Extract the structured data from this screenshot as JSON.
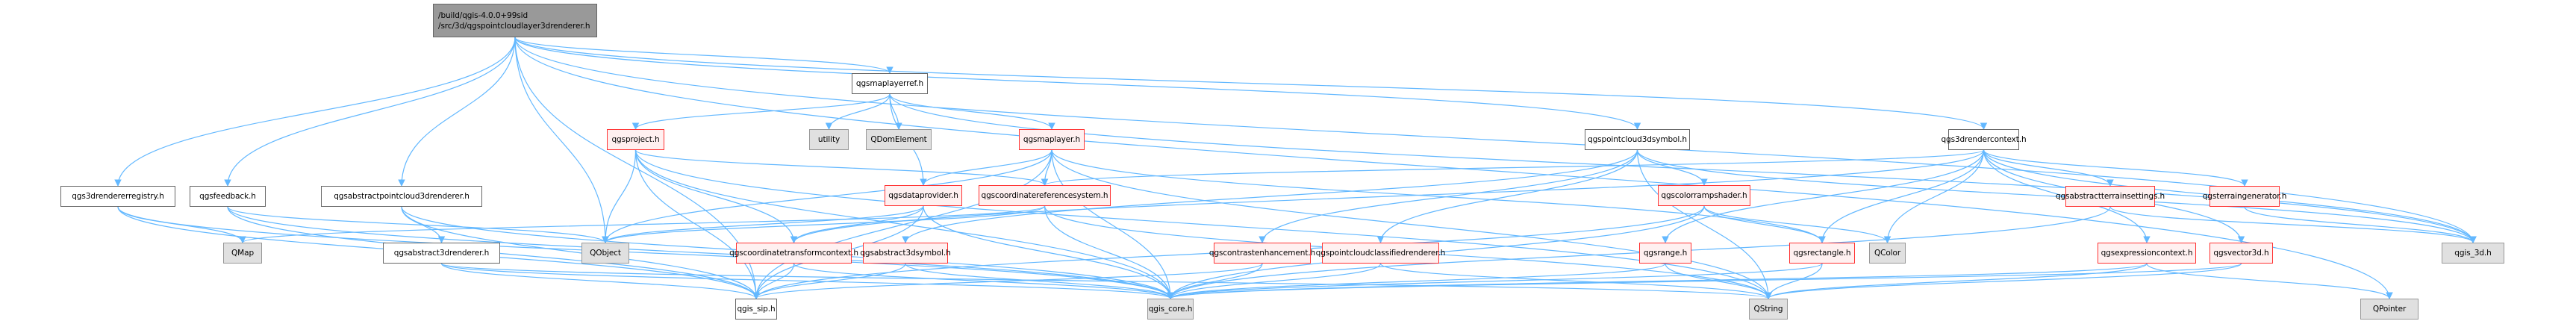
{
  "diagram": {
    "type": "include-dependency-graph",
    "edge_color": "#63b8ff",
    "root": {
      "id": "root",
      "label_line1": "/build/qgis-4.0.0+99sid",
      "label_line2": "/src/3d/qgspointcloudlayer3drenderer.h"
    },
    "nodes": [
      {
        "id": "maplayerref",
        "label": "qgsmaplayerref.h",
        "kind": "normal"
      },
      {
        "id": "project",
        "label": "qgsproject.h",
        "kind": "red"
      },
      {
        "id": "utility",
        "label": "utility",
        "kind": "ext"
      },
      {
        "id": "qdomelement",
        "label": "QDomElement",
        "kind": "ext"
      },
      {
        "id": "maplayer",
        "label": "qgsmaplayer.h",
        "kind": "red"
      },
      {
        "id": "dataprovider",
        "label": "qgsdataprovider.h",
        "kind": "red"
      },
      {
        "id": "crs",
        "label": "qgscoordinatereferencesystem.h",
        "kind": "red"
      },
      {
        "id": "pc3dsymbol",
        "label": "qgspointcloud3dsymbol.h",
        "kind": "normal"
      },
      {
        "id": "colorramp",
        "label": "qgscolorrampshader.h",
        "kind": "red"
      },
      {
        "id": "rendercontext",
        "label": "qgs3drendercontext.h",
        "kind": "normal"
      },
      {
        "id": "terrainsettings",
        "label": "qgsabstractterrainsettings.h",
        "kind": "red"
      },
      {
        "id": "terraingen",
        "label": "qgsterraingenerator.h",
        "kind": "red"
      },
      {
        "id": "registry",
        "label": "qgs3drendererregistry.h",
        "kind": "normal"
      },
      {
        "id": "feedback",
        "label": "qgsfeedback.h",
        "kind": "normal"
      },
      {
        "id": "abspc3d",
        "label": "qgsabstractpointcloud3drenderer.h",
        "kind": "normal"
      },
      {
        "id": "qmap",
        "label": "QMap",
        "kind": "ext"
      },
      {
        "id": "abs3drenderer",
        "label": "qgsabstract3drenderer.h",
        "kind": "normal"
      },
      {
        "id": "qobject",
        "label": "QObject",
        "kind": "ext"
      },
      {
        "id": "ctcontext",
        "label": "qgscoordinatetransformcontext.h",
        "kind": "red"
      },
      {
        "id": "abs3dsymbol",
        "label": "qgsabstract3dsymbol.h",
        "kind": "red"
      },
      {
        "id": "contrast",
        "label": "qgscontrastenhancement.h",
        "kind": "red"
      },
      {
        "id": "pcclassified",
        "label": "qgspointcloudclassifiedrenderer.h",
        "kind": "red"
      },
      {
        "id": "range",
        "label": "qgsrange.h",
        "kind": "red"
      },
      {
        "id": "rectangle",
        "label": "qgsrectangle.h",
        "kind": "red"
      },
      {
        "id": "qcolor",
        "label": "QColor",
        "kind": "ext"
      },
      {
        "id": "exprcontext",
        "label": "qgsexpressioncontext.h",
        "kind": "red"
      },
      {
        "id": "vector3d",
        "label": "qgsvector3d.h",
        "kind": "red"
      },
      {
        "id": "qgis3d",
        "label": "qgis_3d.h",
        "kind": "ext"
      },
      {
        "id": "qgissip",
        "label": "qgis_sip.h",
        "kind": "normal"
      },
      {
        "id": "qgiscore",
        "label": "qgis_core.h",
        "kind": "ext"
      },
      {
        "id": "qstring",
        "label": "QString",
        "kind": "ext"
      },
      {
        "id": "qpointer",
        "label": "QPointer",
        "kind": "ext"
      }
    ],
    "edges": [
      [
        "root",
        "qgissip"
      ],
      [
        "root",
        "registry"
      ],
      [
        "root",
        "feedback"
      ],
      [
        "root",
        "abspc3d"
      ],
      [
        "root",
        "qobject"
      ],
      [
        "root",
        "maplayerref"
      ],
      [
        "root",
        "pc3dsymbol"
      ],
      [
        "root",
        "rendercontext"
      ],
      [
        "root",
        "qgis3d"
      ],
      [
        "root",
        "qpointer"
      ],
      [
        "maplayerref",
        "project"
      ],
      [
        "maplayerref",
        "utility"
      ],
      [
        "maplayerref",
        "qdomelement"
      ],
      [
        "maplayerref",
        "maplayer"
      ],
      [
        "maplayerref",
        "dataprovider"
      ],
      [
        "maplayerref",
        "qgis3d"
      ],
      [
        "project",
        "qobject"
      ],
      [
        "project",
        "crs"
      ],
      [
        "project",
        "ctcontext"
      ],
      [
        "project",
        "qgissip"
      ],
      [
        "project",
        "qgiscore"
      ],
      [
        "project",
        "qstring"
      ],
      [
        "maplayer",
        "dataprovider"
      ],
      [
        "maplayer",
        "crs"
      ],
      [
        "maplayer",
        "qobject"
      ],
      [
        "maplayer",
        "qgissip"
      ],
      [
        "maplayer",
        "qgiscore"
      ],
      [
        "maplayer",
        "rectangle"
      ],
      [
        "maplayer",
        "qstring"
      ],
      [
        "dataprovider",
        "qobject"
      ],
      [
        "dataprovider",
        "ctcontext"
      ],
      [
        "dataprovider",
        "qgiscore"
      ],
      [
        "dataprovider",
        "qgissip"
      ],
      [
        "crs",
        "qgiscore"
      ],
      [
        "crs",
        "qstring"
      ],
      [
        "crs",
        "qobject"
      ],
      [
        "crs",
        "qmap"
      ],
      [
        "ctcontext",
        "qgissip"
      ],
      [
        "ctcontext",
        "qgiscore"
      ],
      [
        "abs3dsymbol",
        "qgiscore"
      ],
      [
        "abs3dsymbol",
        "qgissip"
      ],
      [
        "pc3dsymbol",
        "colorramp"
      ],
      [
        "pc3dsymbol",
        "abs3dsymbol"
      ],
      [
        "pc3dsymbol",
        "contrast"
      ],
      [
        "pc3dsymbol",
        "pcclassified"
      ],
      [
        "pc3dsymbol",
        "qgis3d"
      ],
      [
        "pc3dsymbol",
        "qstring"
      ],
      [
        "colorramp",
        "rectangle"
      ],
      [
        "colorramp",
        "qcolor"
      ],
      [
        "colorramp",
        "qgiscore"
      ],
      [
        "colorramp",
        "qgissip"
      ],
      [
        "contrast",
        "qgiscore"
      ],
      [
        "contrast",
        "qgissip"
      ],
      [
        "pcclassified",
        "qgiscore"
      ],
      [
        "pcclassified",
        "qstring"
      ],
      [
        "range",
        "qgiscore"
      ],
      [
        "range",
        "qstring"
      ],
      [
        "rectangle",
        "qstring"
      ],
      [
        "rectangle",
        "qgiscore"
      ],
      [
        "rendercontext",
        "crs"
      ],
      [
        "rendercontext",
        "rectangle"
      ],
      [
        "rendercontext",
        "qcolor"
      ],
      [
        "rendercontext",
        "range"
      ],
      [
        "rendercontext",
        "terrainsettings"
      ],
      [
        "rendercontext",
        "terraingen"
      ],
      [
        "rendercontext",
        "exprcontext"
      ],
      [
        "rendercontext",
        "vector3d"
      ],
      [
        "rendercontext",
        "qgis3d"
      ],
      [
        "rendercontext",
        "ctcontext"
      ],
      [
        "terrainsettings",
        "qgis3d"
      ],
      [
        "terrainsettings",
        "qgiscore"
      ],
      [
        "terraingen",
        "qgis3d"
      ],
      [
        "exprcontext",
        "qgiscore"
      ],
      [
        "exprcontext",
        "qpointer"
      ],
      [
        "exprcontext",
        "qstring"
      ],
      [
        "vector3d",
        "qgiscore"
      ],
      [
        "vector3d",
        "qstring"
      ],
      [
        "registry",
        "qmap"
      ],
      [
        "registry",
        "qgissip"
      ],
      [
        "registry",
        "qgiscore"
      ],
      [
        "feedback",
        "qobject"
      ],
      [
        "feedback",
        "qgiscore"
      ],
      [
        "feedback",
        "qgissip"
      ],
      [
        "abspc3d",
        "abs3drenderer"
      ],
      [
        "abspc3d",
        "qgissip"
      ],
      [
        "abspc3d",
        "qgiscore"
      ],
      [
        "abs3drenderer",
        "qgiscore"
      ],
      [
        "abs3drenderer",
        "qgissip"
      ],
      [
        "abs3drenderer",
        "qstring"
      ]
    ]
  }
}
